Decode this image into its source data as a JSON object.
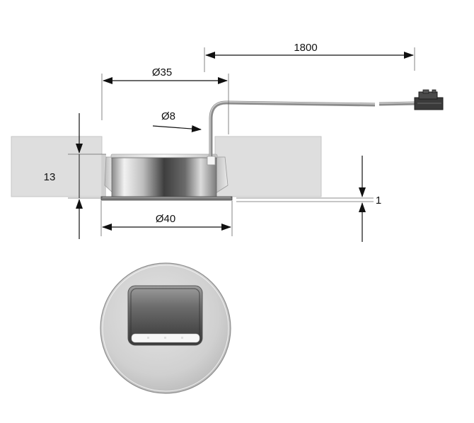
{
  "dimensions": {
    "cable_length": "1800",
    "inner_diameter": "Ø35",
    "cable_diameter": "Ø8",
    "height": "13",
    "outer_diameter": "Ø40",
    "flange_thickness": "1"
  },
  "colors": {
    "panel": "#dedede",
    "panel_edge": "#c8c8c8",
    "metal_light": "#e9e9e9",
    "metal_dark": "#4a4a4a",
    "cable": "#9a9a9a",
    "line": "#111111"
  },
  "icons": {
    "connector": "connector-plug-icon"
  }
}
